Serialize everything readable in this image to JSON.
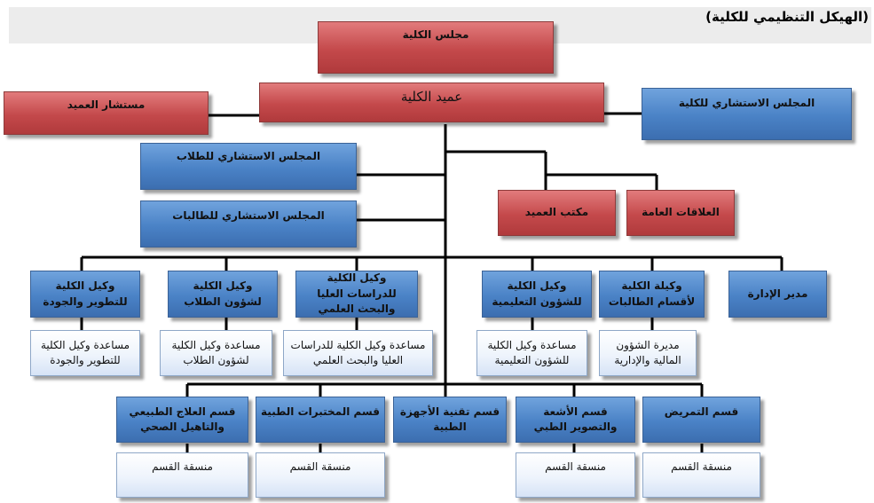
{
  "title": "(الهيكل التنظيمي للكلية)",
  "college_council": "مجلس الكلية",
  "dean": "عميد الكلية",
  "dean_advisor": "مستشار العميد",
  "college_advisory_council": "المجلس الاستشاري للكلية",
  "student_advisory_council_male": "المجلس الاستشاري للطلاب",
  "student_advisory_council_female": "المجلس الاستشاري للطالبات",
  "dean_office": "مكتب العميد",
  "public_relations": "العلاقات العامة",
  "vice_deans": [
    {
      "title": "وكيل الكلية للتطوير والجودة",
      "assistant": "مساعدة وكيل الكلية للتطوير والجودة"
    },
    {
      "title": "وكيل الكلية لشؤون الطلاب",
      "assistant": "مساعدة وكيل الكلية لشؤون الطلاب"
    },
    {
      "title": "وكيل الكلية للدراسات العليا والبحث العلمي",
      "assistant": "مساعدة وكيل الكلية للدراسات العليا والبحث العلمي"
    },
    {
      "title": "وكيل الكلية للشؤون التعليمية",
      "assistant": "مساعدة وكيل الكلية للشؤون التعليمية"
    },
    {
      "title": "وكيلة الكلية لأقسام الطالبات",
      "assistant": "مديرة الشؤون المالية والإدارية"
    }
  ],
  "admin_director": "مدير الإدارة",
  "departments": [
    {
      "name": "قسم العلاج الطبيعي والتاهيل الصحي",
      "coordinator": "منسقة القسم"
    },
    {
      "name": "قسم المختبرات الطبية",
      "coordinator": "منسقة القسم"
    },
    {
      "name": "قسم تقنية الأجهزة الطبية"
    },
    {
      "name": "قسم الأشعة والتصوير الطبي",
      "coordinator": "منسقة القسم"
    },
    {
      "name": "قسم التمريض",
      "coordinator": "منسقة القسم"
    }
  ],
  "colors": {
    "red": "#c4494b",
    "blue": "#4a82c6",
    "light": "#eef4fc"
  }
}
